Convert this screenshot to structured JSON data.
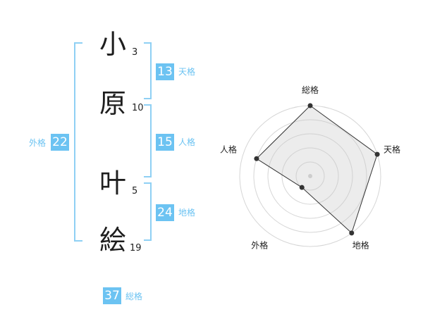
{
  "name": {
    "chars": [
      {
        "char": "小",
        "strokes": "3"
      },
      {
        "char": "原",
        "strokes": "10"
      },
      {
        "char": "叶",
        "strokes": "5"
      },
      {
        "char": "絵",
        "strokes": "19"
      }
    ]
  },
  "kakusu": {
    "tenkaku": {
      "value": "13",
      "label": "天格"
    },
    "jinkaku": {
      "value": "15",
      "label": "人格"
    },
    "chikaku": {
      "value": "24",
      "label": "地格"
    },
    "gaikaku": {
      "value": "22",
      "label": "外格"
    },
    "soukaku": {
      "value": "37",
      "label": "総格"
    }
  },
  "chart_data": {
    "type": "radar",
    "axes": [
      "総格",
      "天格",
      "地格",
      "外格",
      "人格"
    ],
    "values": [
      5,
      5,
      5,
      1,
      4
    ],
    "max": 5,
    "rings": 5
  }
}
